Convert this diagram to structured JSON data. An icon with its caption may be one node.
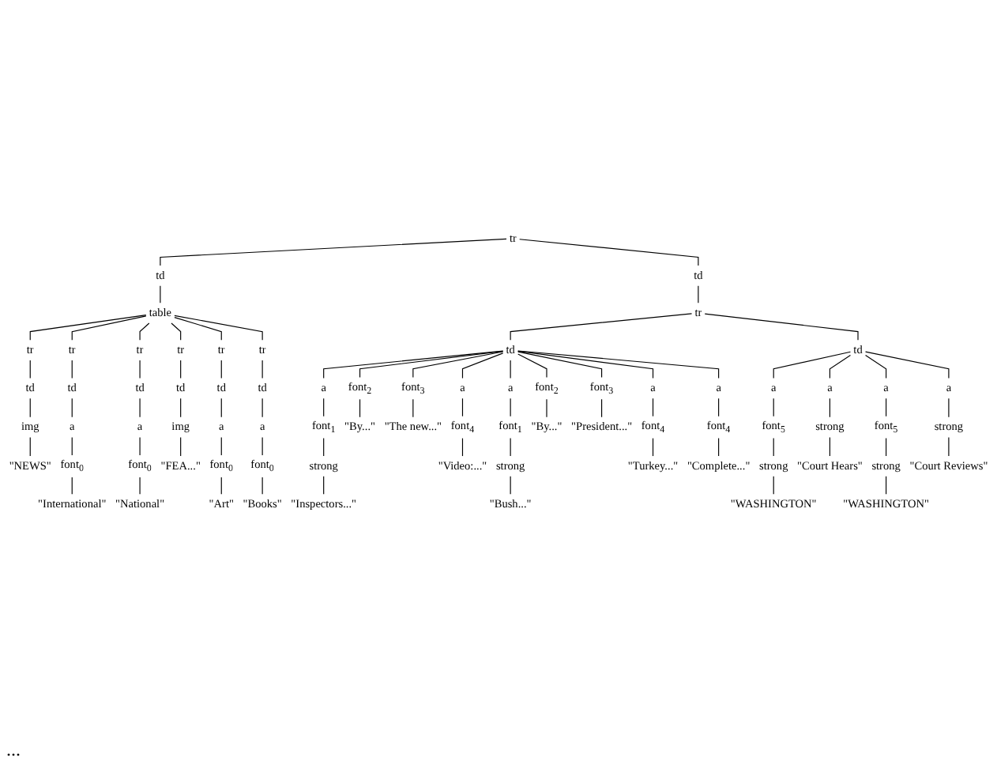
{
  "diagram": {
    "nodes": [
      {
        "text": [
          "tr"
        ]
      },
      {
        "text": [
          "td"
        ]
      },
      {
        "text": [
          "table"
        ]
      },
      {
        "text": [
          "tr"
        ]
      },
      {
        "text": [
          "tr"
        ]
      },
      {
        "text": [
          "tr"
        ]
      },
      {
        "text": [
          "tr"
        ]
      },
      {
        "text": [
          "tr"
        ]
      },
      {
        "text": [
          "tr"
        ]
      },
      {
        "text": [
          "td"
        ]
      },
      {
        "text": [
          "td"
        ]
      },
      {
        "text": [
          "td"
        ]
      },
      {
        "text": [
          "td"
        ]
      },
      {
        "text": [
          "td"
        ]
      },
      {
        "text": [
          "td"
        ]
      },
      {
        "text": [
          "img"
        ]
      },
      {
        "text": [
          "a"
        ]
      },
      {
        "text": [
          "a"
        ]
      },
      {
        "text": [
          "img"
        ]
      },
      {
        "text": [
          "a"
        ]
      },
      {
        "text": [
          "a"
        ]
      },
      {
        "text": [
          "\"NEWS\""
        ]
      },
      {
        "text": [
          "font$_{0}$"
        ]
      },
      {
        "text": [
          "\"International\""
        ]
      },
      {
        "text": [
          "font$_{0}$"
        ]
      },
      {
        "text": [
          "\"National\""
        ]
      },
      {
        "text": [
          "\"FEA...\""
        ]
      },
      {
        "text": [
          "font$_{0}$"
        ]
      },
      {
        "text": [
          "\"Art\""
        ]
      },
      {
        "text": [
          "font$_{0}$"
        ]
      },
      {
        "text": [
          "\"Books\""
        ]
      },
      {
        "text": [
          "td"
        ]
      },
      {
        "text": [
          "tr"
        ]
      },
      {
        "text": [
          "td"
        ]
      },
      {
        "text": [
          "a"
        ]
      },
      {
        "text": [
          "font$_{1}$"
        ]
      },
      {
        "text": [
          "strong"
        ]
      },
      {
        "text": [
          "\"Inspectors...\""
        ]
      },
      {
        "text": [
          "font$_{2}$"
        ]
      },
      {
        "text": [
          "\"By...\""
        ]
      },
      {
        "text": [
          "font$_{3}$"
        ]
      },
      {
        "text": [
          "\"The new...\""
        ]
      },
      {
        "text": [
          "a"
        ]
      },
      {
        "text": [
          "font$_{4}$"
        ]
      },
      {
        "text": [
          "\"Video:...\""
        ]
      },
      {
        "text": [
          "a"
        ]
      },
      {
        "text": [
          "font$_{1}$"
        ]
      },
      {
        "text": [
          "strong"
        ]
      },
      {
        "text": [
          "\"Bush...\""
        ]
      },
      {
        "text": [
          "font$_{2}$"
        ]
      },
      {
        "text": [
          "\"By...\""
        ]
      },
      {
        "text": [
          "font$_{3}$"
        ]
      },
      {
        "text": [
          "\"President...\""
        ]
      },
      {
        "text": [
          "a"
        ]
      },
      {
        "text": [
          "font$_{4}$"
        ]
      },
      {
        "text": [
          "\"Turkey...\""
        ]
      },
      {
        "text": [
          "a"
        ]
      },
      {
        "text": [
          "font$_{4}$"
        ]
      },
      {
        "text": [
          "\"Complete...\""
        ]
      },
      {
        "text": [
          "td"
        ]
      },
      {
        "text": [
          "a"
        ]
      },
      {
        "text": [
          "font$_{5}$"
        ]
      },
      {
        "text": [
          "strong"
        ]
      },
      {
        "text": [
          "\"WASHINGTON\""
        ]
      },
      {
        "text": [
          "a"
        ]
      },
      {
        "text": [
          "strong"
        ]
      },
      {
        "text": [
          "\"Court Hears\""
        ]
      },
      {
        "text": [
          "a"
        ]
      },
      {
        "text": [
          "font$_{5}$"
        ]
      },
      {
        "text": [
          "strong"
        ]
      },
      {
        "text": [
          "\"WASHINGTON\""
        ]
      },
      {
        "text": [
          "a"
        ]
      },
      {
        "text": [
          "strong"
        ]
      },
      {
        "text": [
          "\"Court Reviews\""
        ]
      }
    ],
    "edges": [
      {
        "from": 0,
        "to": 1,
        "arrow": "none"
      },
      {
        "from": 0,
        "to": 31,
        "arrow": "none"
      },
      {
        "from": 1,
        "to": 2,
        "arrow": "none"
      },
      {
        "from": 2,
        "to": 3,
        "arrow": "none"
      },
      {
        "from": 2,
        "to": 4,
        "arrow": "none"
      },
      {
        "from": 2,
        "to": 5,
        "arrow": "none"
      },
      {
        "from": 2,
        "to": 6,
        "arrow": "none"
      },
      {
        "from": 2,
        "to": 7,
        "arrow": "none"
      },
      {
        "from": 2,
        "to": 8,
        "arrow": "none"
      },
      {
        "from": 3,
        "to": 9,
        "arrow": "none"
      },
      {
        "from": 4,
        "to": 10,
        "arrow": "none"
      },
      {
        "from": 5,
        "to": 11,
        "arrow": "none"
      },
      {
        "from": 6,
        "to": 12,
        "arrow": "none"
      },
      {
        "from": 7,
        "to": 13,
        "arrow": "none"
      },
      {
        "from": 8,
        "to": 14,
        "arrow": "none"
      },
      {
        "from": 9,
        "to": 15,
        "arrow": "none"
      },
      {
        "from": 10,
        "to": 16,
        "arrow": "none"
      },
      {
        "from": 11,
        "to": 17,
        "arrow": "none"
      },
      {
        "from": 12,
        "to": 18,
        "arrow": "none"
      },
      {
        "from": 13,
        "to": 19,
        "arrow": "none"
      },
      {
        "from": 14,
        "to": 20,
        "arrow": "none"
      },
      {
        "from": 15,
        "to": 21,
        "arrow": "none"
      },
      {
        "from": 16,
        "to": 22,
        "arrow": "none"
      },
      {
        "from": 22,
        "to": 23,
        "arrow": "none"
      },
      {
        "from": 17,
        "to": 24,
        "arrow": "none"
      },
      {
        "from": 24,
        "to": 25,
        "arrow": "none"
      },
      {
        "from": 18,
        "to": 26,
        "arrow": "none"
      },
      {
        "from": 19,
        "to": 27,
        "arrow": "none"
      },
      {
        "from": 27,
        "to": 28,
        "arrow": "none"
      },
      {
        "from": 20,
        "to": 29,
        "arrow": "none"
      },
      {
        "from": 29,
        "to": 30,
        "arrow": "none"
      },
      {
        "from": 31,
        "to": 32,
        "arrow": "none"
      },
      {
        "from": 32,
        "to": 33,
        "arrow": "none"
      },
      {
        "from": 32,
        "to": 59,
        "arrow": "none"
      },
      {
        "from": 33,
        "to": 34,
        "arrow": "none"
      },
      {
        "from": 33,
        "to": 38,
        "arrow": "none"
      },
      {
        "from": 33,
        "to": 40,
        "arrow": "none"
      },
      {
        "from": 33,
        "to": 42,
        "arrow": "none"
      },
      {
        "from": 33,
        "to": 45,
        "arrow": "none"
      },
      {
        "from": 33,
        "to": 49,
        "arrow": "none"
      },
      {
        "from": 33,
        "to": 51,
        "arrow": "none"
      },
      {
        "from": 33,
        "to": 53,
        "arrow": "none"
      },
      {
        "from": 33,
        "to": 56,
        "arrow": "none"
      },
      {
        "from": 34,
        "to": 35,
        "arrow": "none"
      },
      {
        "from": 35,
        "to": 36,
        "arrow": "none"
      },
      {
        "from": 36,
        "to": 37,
        "arrow": "none"
      },
      {
        "from": 38,
        "to": 39,
        "arrow": "none"
      },
      {
        "from": 40,
        "to": 41,
        "arrow": "none"
      },
      {
        "from": 42,
        "to": 43,
        "arrow": "none"
      },
      {
        "from": 43,
        "to": 44,
        "arrow": "none"
      },
      {
        "from": 45,
        "to": 46,
        "arrow": "none"
      },
      {
        "from": 46,
        "to": 47,
        "arrow": "none"
      },
      {
        "from": 47,
        "to": 48,
        "arrow": "none"
      },
      {
        "from": 49,
        "to": 50,
        "arrow": "none"
      },
      {
        "from": 51,
        "to": 52,
        "arrow": "none"
      },
      {
        "from": 53,
        "to": 54,
        "arrow": "none"
      },
      {
        "from": 54,
        "to": 55,
        "arrow": "none"
      },
      {
        "from": 56,
        "to": 57,
        "arrow": "none"
      },
      {
        "from": 57,
        "to": 58,
        "arrow": "none"
      },
      {
        "from": 59,
        "to": 60,
        "arrow": "none"
      },
      {
        "from": 59,
        "to": 64,
        "arrow": "none"
      },
      {
        "from": 59,
        "to": 67,
        "arrow": "none"
      },
      {
        "from": 59,
        "to": 71,
        "arrow": "none"
      },
      {
        "from": 60,
        "to": 61,
        "arrow": "none"
      },
      {
        "from": 61,
        "to": 62,
        "arrow": "none"
      },
      {
        "from": 62,
        "to": 63,
        "arrow": "none"
      },
      {
        "from": 64,
        "to": 65,
        "arrow": "none"
      },
      {
        "from": 65,
        "to": 66,
        "arrow": "none"
      },
      {
        "from": 67,
        "to": 68,
        "arrow": "none"
      },
      {
        "from": 68,
        "to": 69,
        "arrow": "none"
      },
      {
        "from": 69,
        "to": 70,
        "arrow": "none"
      },
      {
        "from": 71,
        "to": 72,
        "arrow": "none"
      },
      {
        "from": 72,
        "to": 73,
        "arrow": "none"
      }
    ],
    "labels": [
      "..."
    ]
  }
}
